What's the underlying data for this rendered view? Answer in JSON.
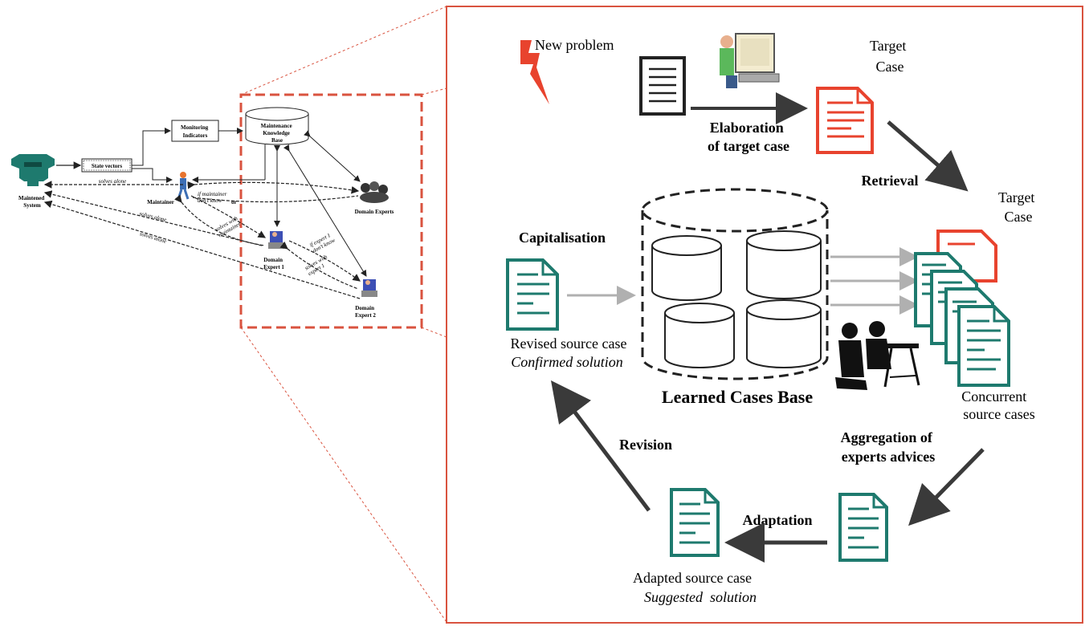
{
  "colors": {
    "teal": "#1e7a6e",
    "red": "#e8432e",
    "frame": "#d9533f",
    "dark_arrow": "#3a3a3a",
    "gray_arrow": "#b0b0b0"
  },
  "overview": {
    "maintened_system": [
      "Maintened",
      "System"
    ],
    "state_vectors": "State vectors",
    "monitoring_indicators": [
      "Monitoring",
      "Indicators"
    ],
    "knowledge_base": [
      "Maintenance",
      "Knowledge",
      "Base"
    ],
    "maintainer": "Maintainer",
    "domain_experts": "Domain Experts",
    "domain_expert_1": [
      "Domain",
      "Expert 1"
    ],
    "domain_expert_2": [
      "Domain",
      "Expert 2"
    ],
    "solves_alone_1": "solves alone",
    "solves_alone_2": "solves alone",
    "solves_alone_3": "solves alone",
    "if_maintainer_dont_know": [
      "if maintainer",
      "don't know"
    ],
    "or": "or",
    "solves_with_maintainer": [
      "solves with",
      "maintainer"
    ],
    "if_expert1_dont_know": [
      "if expert 1",
      "don't know"
    ],
    "solves_with_expert1": [
      "solves with",
      "expert 1"
    ]
  },
  "detail": {
    "new_problem": "New problem",
    "target_case_1": [
      "Target",
      "Case"
    ],
    "elaboration": [
      "Elaboration",
      "of target case"
    ],
    "retrieval": "Retrieval",
    "target_case_2": [
      "Target",
      "Case"
    ],
    "capitalisation": "Capitalisation",
    "revised_source_case": "Revised source case",
    "confirmed_solution": "Confirmed solution",
    "learned_cases_base": "Learned Cases Base",
    "concurrent_source_cases": [
      "Concurrent",
      "source cases"
    ],
    "aggregation": [
      "Aggregation of",
      "experts advices"
    ],
    "revision": "Revision",
    "adaptation": "Adaptation",
    "adapted_source_case": "Adapted source case",
    "suggested_solution": "Suggested  solution"
  }
}
